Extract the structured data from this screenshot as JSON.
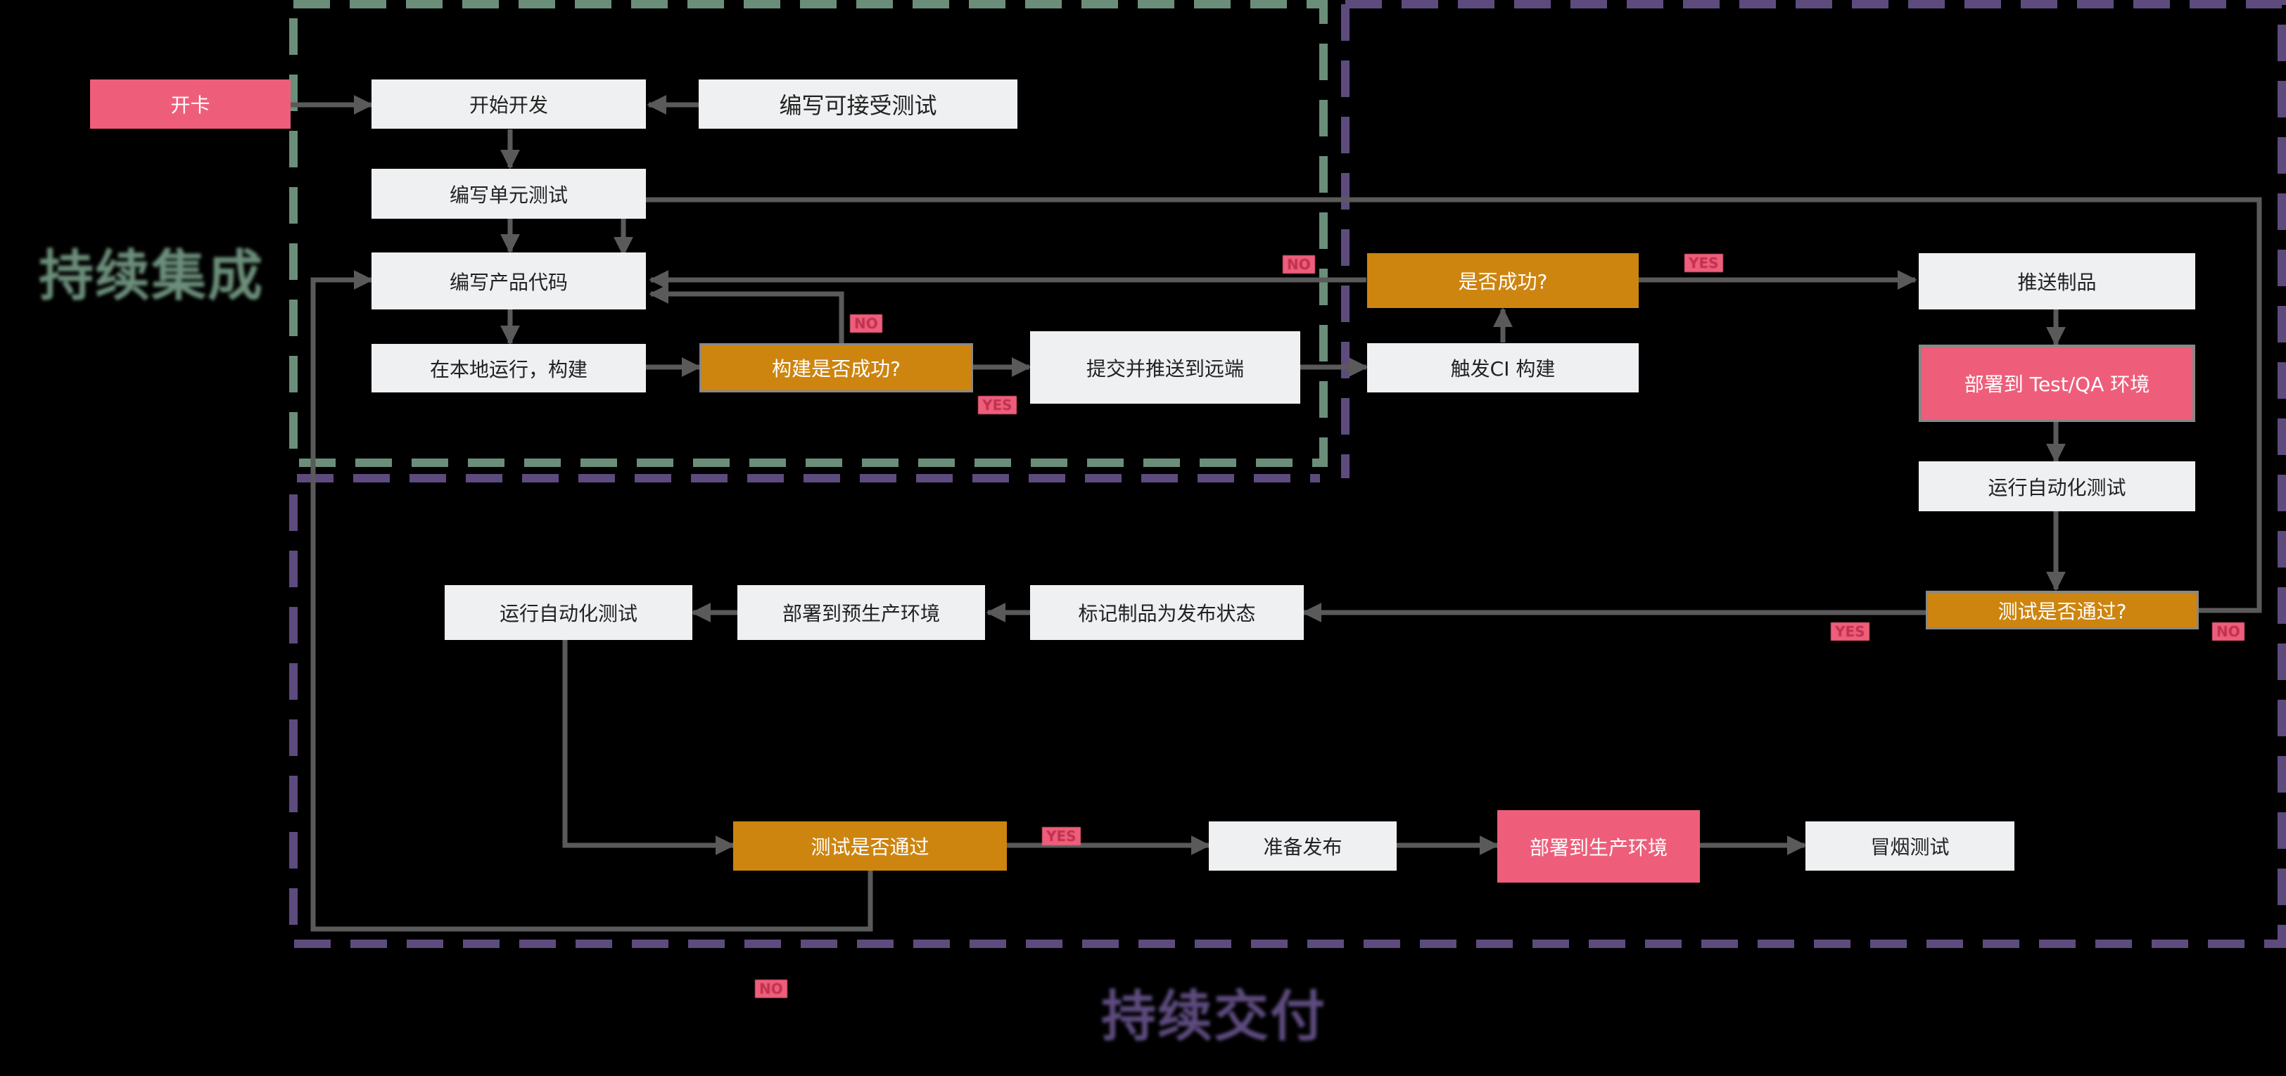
{
  "colors": {
    "background": "#000000",
    "node_plain": "#eef0f1",
    "node_decision": "#cd8510",
    "node_highlight": "#ee5e7a",
    "ci_frame": "#6b8e7a",
    "cd_frame": "#5d4b7e",
    "connector": "#5a5a5a"
  },
  "sections": {
    "ci": {
      "title": "持续集成"
    },
    "cd": {
      "title": "持续交付"
    }
  },
  "nodes": {
    "open_card": "开卡",
    "start_dev": "开始开发",
    "write_acceptance_tests": "编写可接受测试",
    "write_unit_tests": "编写单元测试",
    "write_product_code": "编写产品代码",
    "local_run_build": "在本地运行，构建",
    "build_success": "构建是否成功?",
    "commit_push_remote": "提交并推送到远端",
    "is_success": "是否成功?",
    "trigger_ci_build": "触发CI 构建",
    "push_artifact": "推送制品",
    "deploy_test_qa": "部署到 Test/QA 环境",
    "run_auto_tests_1": "运行自动化测试",
    "tests_passed_1": "测试是否通过?",
    "mark_release": "标记制品为发布状态",
    "deploy_preprod": "部署到预生产环境",
    "run_auto_tests_2": "运行自动化测试",
    "tests_passed_2": "测试是否通过",
    "prepare_release": "准备发布",
    "deploy_prod": "部署到生产环境",
    "smoke_test": "冒烟测试"
  },
  "labels": {
    "no": "NO",
    "yes": "YES"
  }
}
